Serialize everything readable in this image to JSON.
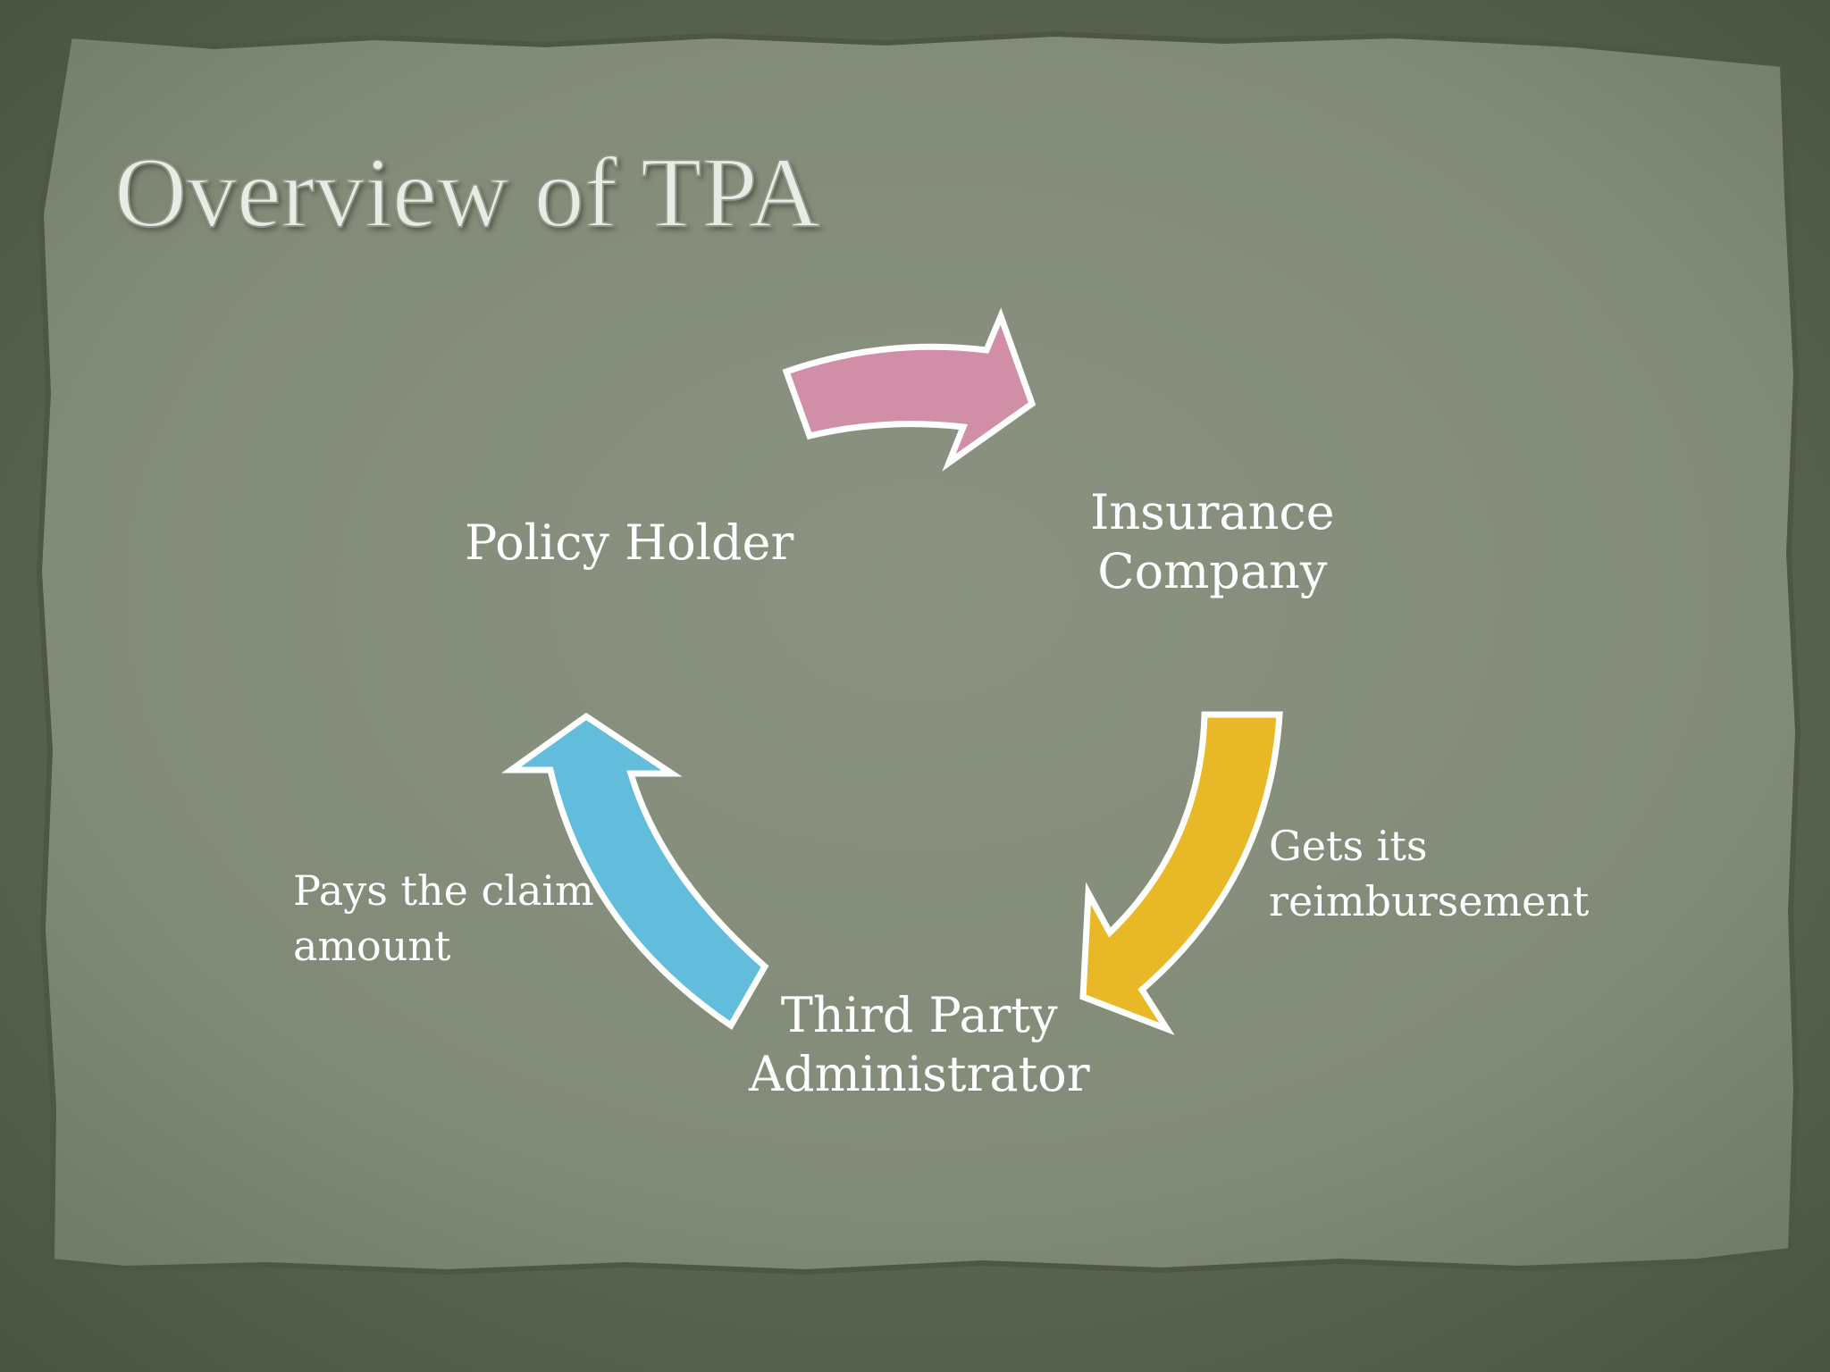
{
  "slide": {
    "title": "Overview of TPA"
  },
  "nodes": {
    "policy_holder": [
      "Policy Holder"
    ],
    "insurance_company": [
      "Insurance",
      "Company"
    ],
    "tpa": [
      "Third Party",
      "Administrator"
    ]
  },
  "edge_labels": {
    "reimbursement": [
      "Gets its",
      "reimbursement"
    ],
    "pays_claim": [
      "Pays the claim",
      "amount"
    ]
  },
  "arrows": {
    "policy_to_insurer": {
      "from": "Policy Holder",
      "to": "Insurance Company",
      "color": "#d08fa6"
    },
    "insurer_to_tpa": {
      "from": "Insurance Company",
      "to": "Third Party Administrator",
      "color": "#e8b827"
    },
    "tpa_to_policy": {
      "from": "Third Party Administrator",
      "to": "Policy Holder",
      "color": "#62bcdb"
    }
  },
  "colors": {
    "background": "#56604c",
    "paper": "#858c7b",
    "arrow_outline": "#ffffff",
    "text": "#ffffff"
  }
}
